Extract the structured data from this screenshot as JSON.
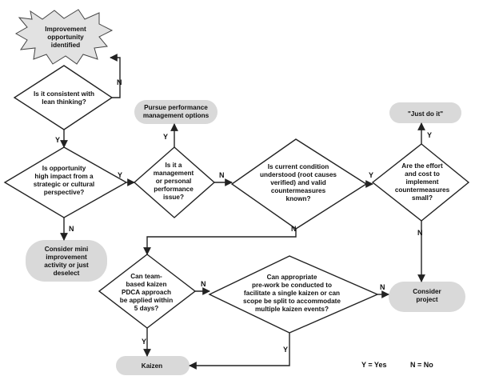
{
  "nodes": {
    "start": [
      "Improvement",
      "opportunity",
      "identified"
    ],
    "d_lean": [
      "Is it consistent with",
      "lean thinking?"
    ],
    "d_impact": [
      "Is opportunity",
      "high impact from a",
      "strategic or cultural",
      "perspective?"
    ],
    "t_mini": [
      "Consider mini",
      "improvement",
      "activity or just",
      "deselect"
    ],
    "t_perf": [
      "Pursue performance",
      "management options"
    ],
    "d_mgmt": [
      "Is it a",
      "management",
      "or personal",
      "performance",
      "issue?"
    ],
    "d_condition": [
      "Is current condition",
      "understood (root causes",
      "verified) and valid",
      "countermeasures",
      "known?"
    ],
    "t_justdo": [
      "\"Just do it\""
    ],
    "d_effort": [
      "Are the effort",
      "and cost to",
      "implement",
      "countermeasures",
      "small?"
    ],
    "t_project": [
      "Consider",
      "project"
    ],
    "d_team": [
      "Can team-",
      "based kaizen",
      "PDCA approach",
      "be applied within",
      "5 days?"
    ],
    "d_prework": [
      "Can appropriate",
      "pre-work be conducted to",
      "facilitate a single kaizen or can",
      "scope be split to accommodate",
      "multiple kaizen events?"
    ],
    "t_kaizen": [
      "Kaizen"
    ]
  },
  "edge_labels": {
    "lean_no": "N",
    "lean_yes": "Y",
    "impact_yes": "Y",
    "impact_no": "N",
    "mgmt_yes": "Y",
    "mgmt_no": "N",
    "cond_yes": "Y",
    "cond_no": "N",
    "effort_yes": "Y",
    "effort_no": "N",
    "team_yes": "Y",
    "team_no": "N",
    "prework_yes": "Y",
    "prework_no": "N"
  },
  "legend": {
    "yes": "Y = Yes",
    "no": "N = No"
  },
  "colors": {
    "terminal_fill": "#d9d9d9",
    "line": "#222222"
  }
}
